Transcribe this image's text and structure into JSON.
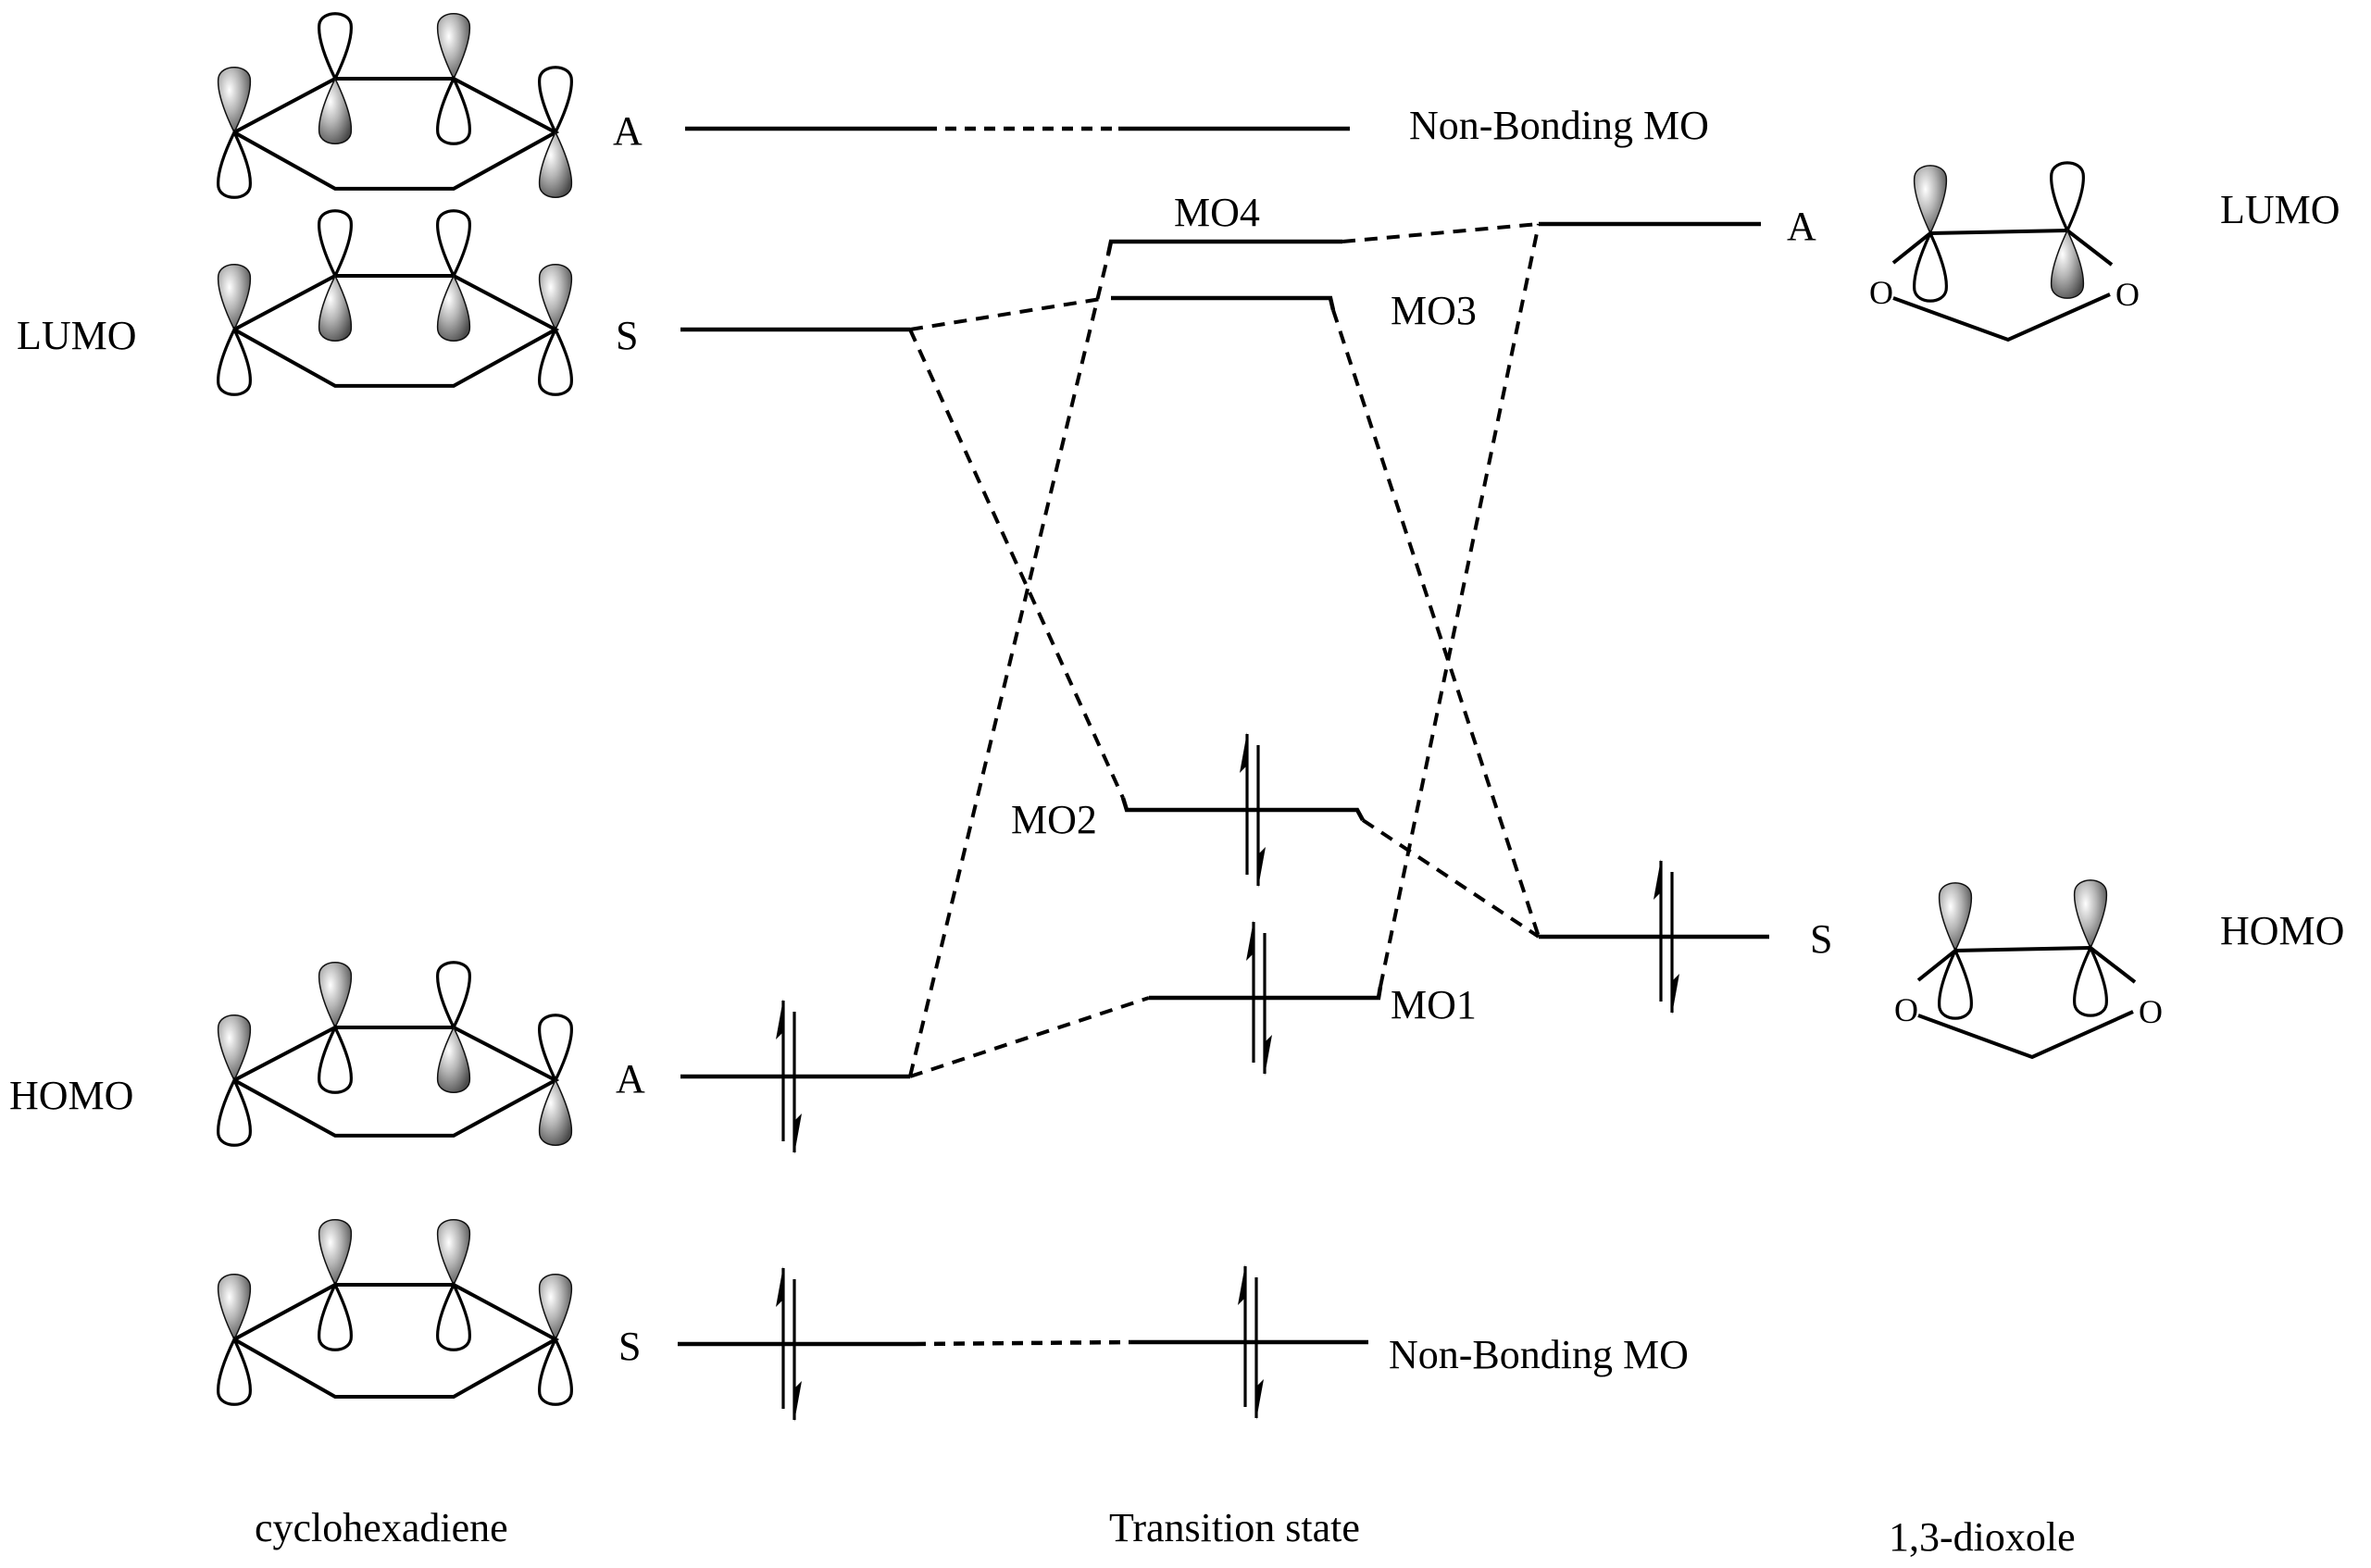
{
  "diagram": {
    "type": "molecular-orbital-correlation-diagram",
    "columns": {
      "left": "cyclohexadiene",
      "center": "Transition state",
      "right": "1,3-dioxole"
    },
    "cyclohexadiene_orbitals": [
      {
        "id": "chd-A-top",
        "symmetry": "A",
        "side_label": "",
        "occupied": false,
        "lobes_top_shaded": [
          true,
          false,
          true,
          false
        ]
      },
      {
        "id": "chd-S-lumo",
        "symmetry": "S",
        "side_label": "LUMO",
        "occupied": false,
        "lobes_top_shaded": [
          true,
          false,
          false,
          true
        ]
      },
      {
        "id": "chd-A-homo",
        "symmetry": "A",
        "side_label": "HOMO",
        "occupied": true,
        "lobes_top_shaded": [
          true,
          true,
          false,
          false
        ]
      },
      {
        "id": "chd-S-low",
        "symmetry": "S",
        "side_label": "",
        "occupied": true,
        "lobes_top_shaded": [
          true,
          true,
          true,
          true
        ]
      }
    ],
    "dioxole_orbitals": [
      {
        "id": "diox-A-lumo",
        "symmetry": "A",
        "side_label": "LUMO",
        "occupied": false,
        "lobes_top_shaded": [
          true,
          false
        ]
      },
      {
        "id": "diox-S-homo",
        "symmetry": "S",
        "side_label": "HOMO",
        "occupied": true,
        "lobes_top_shaded": [
          true,
          true
        ]
      }
    ],
    "transition_state_levels": [
      {
        "id": "nb-top",
        "label": "Non-Bonding MO",
        "occupied": false
      },
      {
        "id": "mo4",
        "label": "MO4",
        "occupied": false
      },
      {
        "id": "mo3",
        "label": "MO3",
        "occupied": false
      },
      {
        "id": "mo2",
        "label": "MO2",
        "occupied": true
      },
      {
        "id": "mo1",
        "label": "MO1",
        "occupied": true
      },
      {
        "id": "nb-bottom",
        "label": "Non-Bonding MO",
        "occupied": true
      }
    ],
    "correlations": [
      {
        "from": "chd-A-top",
        "to": "nb-top",
        "style": "dash-dot"
      },
      {
        "from": "chd-S-lumo",
        "to": "mo3",
        "style": "dashed"
      },
      {
        "from": "chd-S-lumo",
        "to": "mo2",
        "style": "dashed"
      },
      {
        "from": "chd-A-homo",
        "to": "mo4",
        "style": "dashed"
      },
      {
        "from": "chd-A-homo",
        "to": "mo1",
        "style": "dashed"
      },
      {
        "from": "diox-A-lumo",
        "to": "mo4",
        "style": "dashed"
      },
      {
        "from": "diox-A-lumo",
        "to": "mo1",
        "style": "dashed"
      },
      {
        "from": "diox-S-homo",
        "to": "mo2",
        "style": "dashed"
      },
      {
        "from": "diox-S-homo",
        "to": "mo3",
        "style": "dashed"
      },
      {
        "from": "chd-S-low",
        "to": "nb-bottom",
        "style": "dashed"
      }
    ]
  },
  "labels": {
    "lumo_left": "LUMO",
    "homo_left": "HOMO",
    "lumo_right": "LUMO",
    "homo_right": "HOMO",
    "sym_A": "A",
    "sym_S": "S",
    "nb_top": "Non-Bonding MO",
    "nb_bottom": "Non-Bonding MO",
    "mo1": "MO1",
    "mo2": "MO2",
    "mo3": "MO3",
    "mo4": "MO4",
    "oxygen": "O",
    "caption_left": "cyclohexadiene",
    "caption_center": "Transition state",
    "caption_right": "1,3-dioxole"
  }
}
